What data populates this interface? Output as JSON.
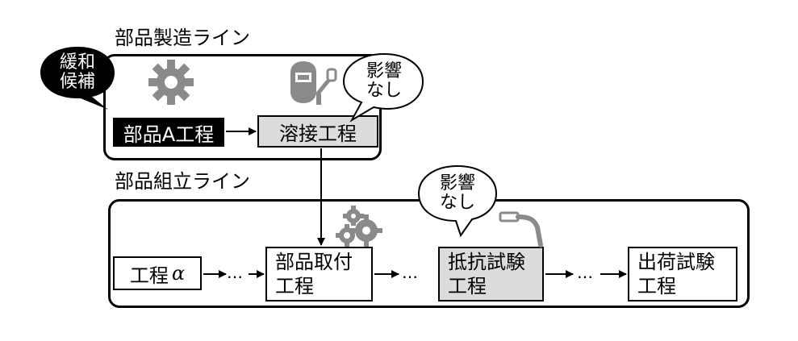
{
  "lines": {
    "parts_manufacturing": {
      "label": "部品製造ライン"
    },
    "parts_assembly": {
      "label": "部品組立ライン"
    }
  },
  "processes": {
    "parts_a": {
      "label": "部品A工程"
    },
    "welding": {
      "label": "溶接工程"
    },
    "alpha": {
      "label_prefix": "工程",
      "label_symbol": "α"
    },
    "parts_mount": {
      "line1": "部品取付",
      "line2": "工程"
    },
    "resistance_test": {
      "line1": "抵抗試験",
      "line2": "工程"
    },
    "shipping_test": {
      "line1": "出荷試験",
      "line2": "工程"
    }
  },
  "callouts": {
    "mitigation": {
      "line1": "緩和",
      "line2": "候補"
    },
    "no_impact_welding": {
      "line1": "影響",
      "line2": "なし"
    },
    "no_impact_resistance": {
      "line1": "影響",
      "line2": "なし"
    }
  },
  "ellipsis": "…",
  "icons": [
    "gear-icon",
    "welder-icon",
    "gears-icon",
    "resistance-welder-icon"
  ],
  "colors": {
    "gray_box": "#dcdcdc",
    "icon_gray": "#8a8a8a"
  }
}
